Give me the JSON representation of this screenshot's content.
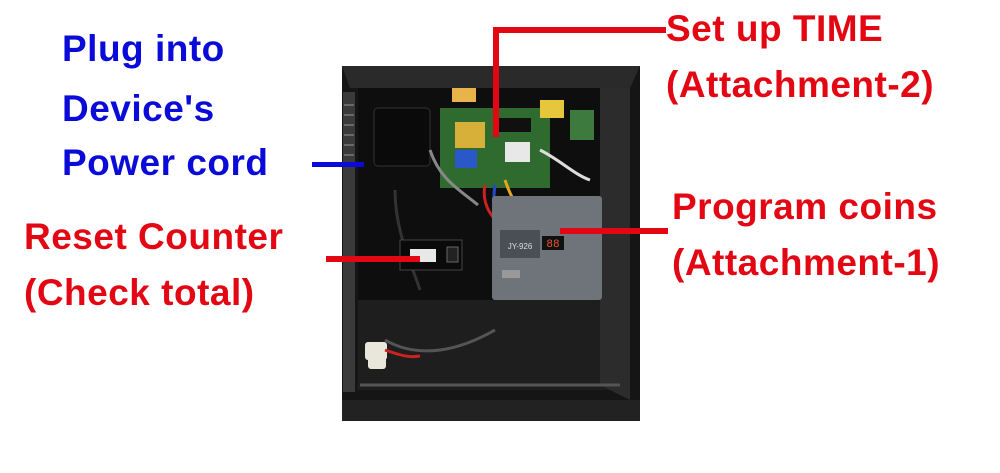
{
  "annotations": {
    "power_cord": [
      "Plug into",
      "Device's",
      "Power cord"
    ],
    "reset_counter": [
      "Reset Counter",
      "(Check total)"
    ],
    "set_time": [
      "Set up TIME",
      "(Attachment-2)"
    ],
    "program_coins": [
      "Program coins",
      "(Attachment-1)"
    ]
  },
  "device": {
    "coin_acceptor_label": "JY-926",
    "display_digits": "88"
  },
  "colors": {
    "annotation_blue": "#0b0bd9",
    "annotation_red": "#e30613",
    "box_black": "#1a1a1a"
  }
}
